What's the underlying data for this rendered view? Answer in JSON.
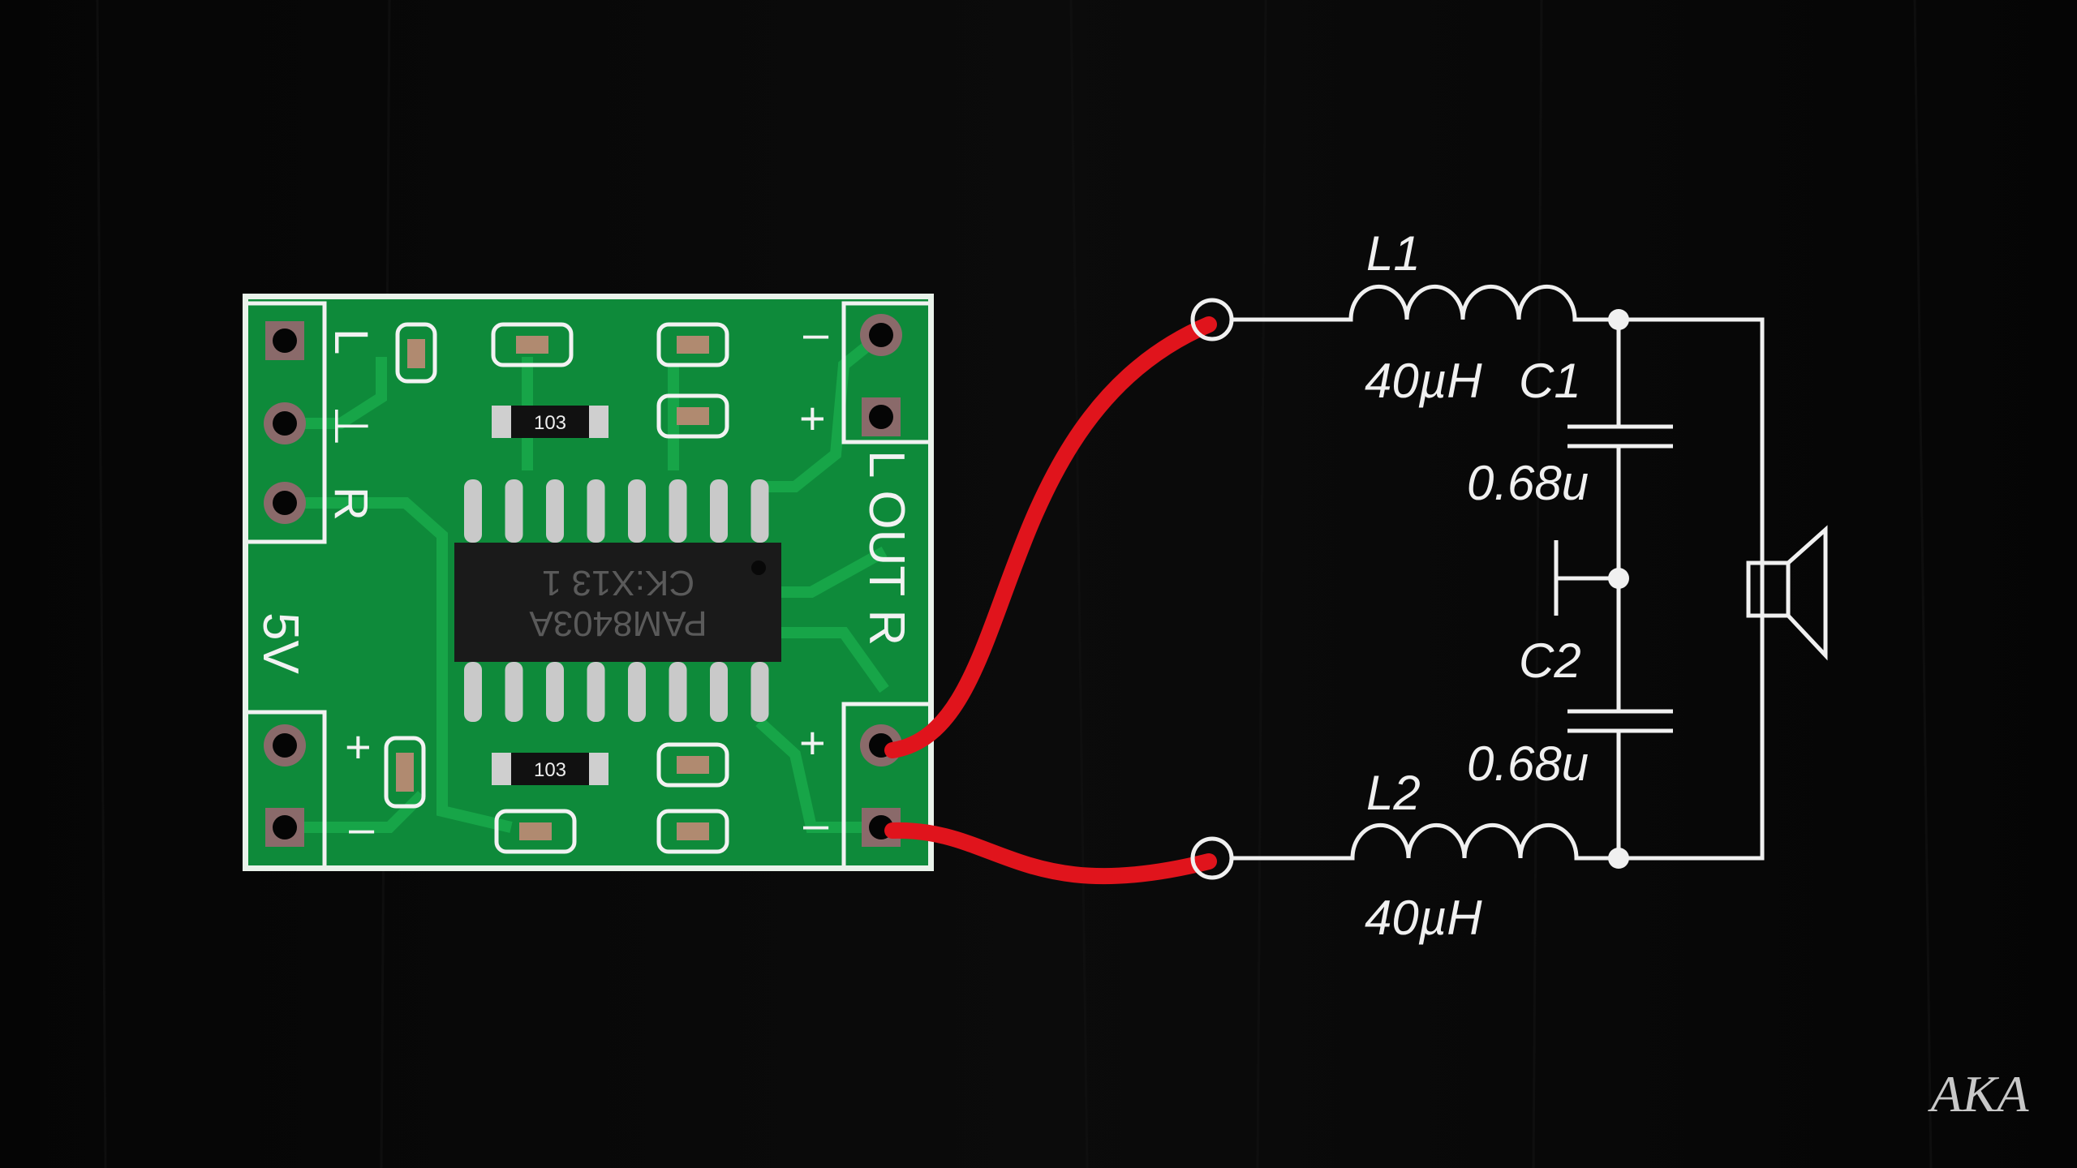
{
  "colors": {
    "background": "#060606",
    "pcb": "#0e8a3a",
    "silkscreen": "#f2f2f2",
    "wire": "#e0141c",
    "schematic": "#f0f0f0"
  },
  "pcb": {
    "chip_marking": [
      "PAM8403A",
      "CK:X13 1"
    ],
    "resistor_code": "103",
    "labels": {
      "left": "L",
      "ground": "⊥",
      "right": "R",
      "power": "5V",
      "output": "L OUT R",
      "plus": "+",
      "minus": "–"
    }
  },
  "schematic": {
    "l1_name": "L1",
    "l1_value": "40µH",
    "c1_name": "C1",
    "c1_value": "0.68u",
    "c2_name": "C2",
    "c2_value": "0.68u",
    "l2_name": "L2",
    "l2_value": "40µH"
  },
  "watermark": "AKA"
}
